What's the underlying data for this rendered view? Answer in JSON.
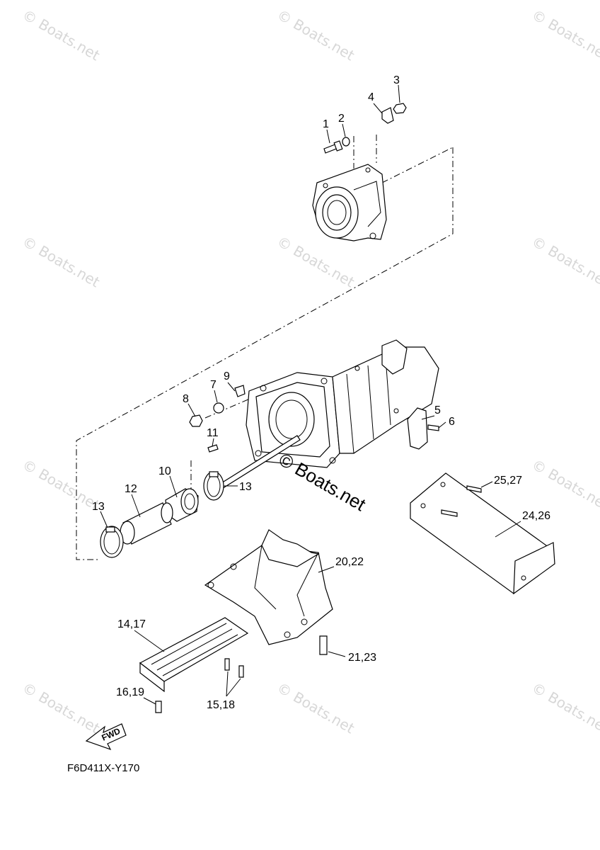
{
  "watermark": {
    "text": "© Boats.net",
    "center_text": "© Boats.net"
  },
  "diagram_code": "F6D411X-Y170",
  "fwd_arrow_label": "FWD",
  "callouts": [
    {
      "id": "c1",
      "label": "1"
    },
    {
      "id": "c2",
      "label": "2"
    },
    {
      "id": "c3",
      "label": "3"
    },
    {
      "id": "c4",
      "label": "4"
    },
    {
      "id": "c5",
      "label": "5"
    },
    {
      "id": "c6",
      "label": "6"
    },
    {
      "id": "c7",
      "label": "7"
    },
    {
      "id": "c8",
      "label": "8"
    },
    {
      "id": "c9",
      "label": "9"
    },
    {
      "id": "c10",
      "label": "10"
    },
    {
      "id": "c11",
      "label": "11"
    },
    {
      "id": "c12",
      "label": "12"
    },
    {
      "id": "c13a",
      "label": "13"
    },
    {
      "id": "c13b",
      "label": "13"
    },
    {
      "id": "c14",
      "label": "14,17"
    },
    {
      "id": "c15",
      "label": "15,18"
    },
    {
      "id": "c16",
      "label": "16,19"
    },
    {
      "id": "c20",
      "label": "20,22"
    },
    {
      "id": "c21",
      "label": "21,23"
    },
    {
      "id": "c24",
      "label": "24,26"
    },
    {
      "id": "c25",
      "label": "25,27"
    }
  ]
}
